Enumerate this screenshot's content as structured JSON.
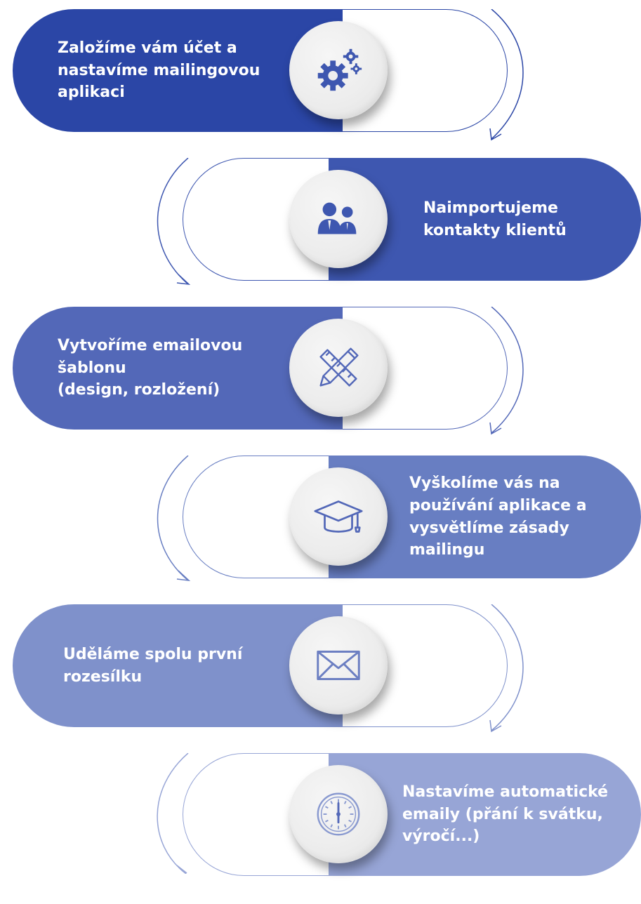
{
  "colors": {
    "step1": "#2b46a6",
    "step2": "#3e57b0",
    "step3": "#5368b8",
    "step4": "#687ec2",
    "step5": "#7f91cb",
    "step6": "#97a5d6",
    "icon": "#3e57b0"
  },
  "steps": [
    {
      "text": "Založíme vám účet a\nnastavíme mailingovou\naplikaci",
      "icon": "gears-icon",
      "side": "left"
    },
    {
      "text": "Naimportujeme\nkontakty klientů",
      "icon": "people-icon",
      "side": "right"
    },
    {
      "text": "Vytvoříme emailovou\nšablonu\n(design, rozložení)",
      "icon": "pencil-ruler-icon",
      "side": "left"
    },
    {
      "text": "Vyškolíme vás na\npoužívání aplikace a\nvysvětlíme zásady\nmailingu",
      "icon": "graduation-cap-icon",
      "side": "right"
    },
    {
      "text": "Uděláme spolu první\nrozesílku",
      "icon": "envelope-icon",
      "side": "left"
    },
    {
      "text": "Nastavíme automatické\nemaily (přání k svátku,\nvýročí...)",
      "icon": "clock-icon",
      "side": "right"
    }
  ]
}
